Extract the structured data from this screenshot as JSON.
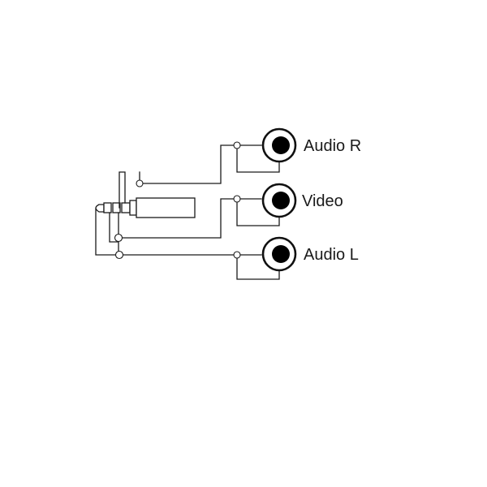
{
  "connectors": [
    {
      "id": "audio-r",
      "label": "Audio R"
    },
    {
      "id": "video",
      "label": "Video"
    },
    {
      "id": "audio-l",
      "label": "Audio L"
    }
  ],
  "plug": {
    "type": "3.5mm TRRS plug",
    "icon": "trrs-plug-icon"
  },
  "jack": {
    "type": "RCA jack",
    "icon": "rca-jack-icon"
  },
  "colors": {
    "line": "#1a1a1a",
    "background": "#ffffff"
  }
}
